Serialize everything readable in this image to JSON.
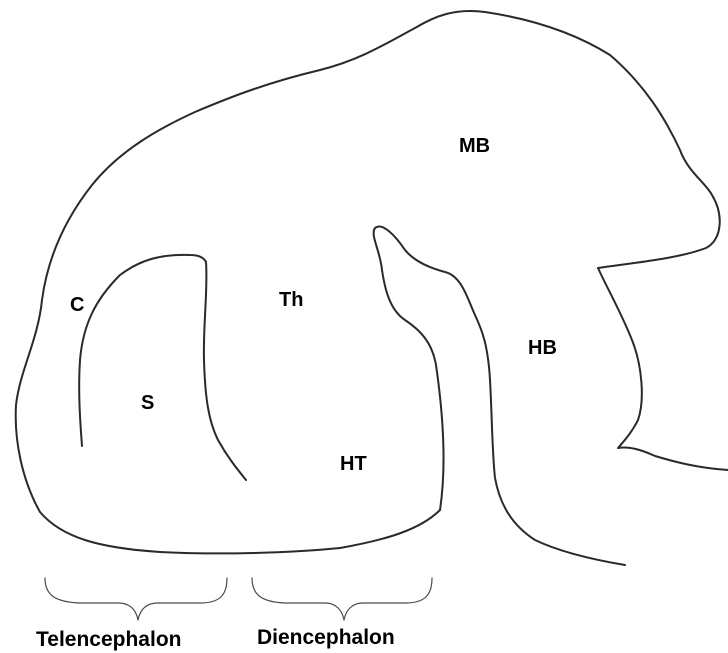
{
  "regions": {
    "cortex": "C",
    "striatum": "S",
    "thalamus": "Th",
    "hypothalamus": "HT",
    "midbrain": "MB",
    "hindbrain": "HB"
  },
  "divisions": {
    "telencephalon": "Telencephalon",
    "diencephalon": "Diencephalon"
  },
  "colors": {
    "line": "#2a2a2a",
    "text": "#000000",
    "background": "#ffffff"
  }
}
